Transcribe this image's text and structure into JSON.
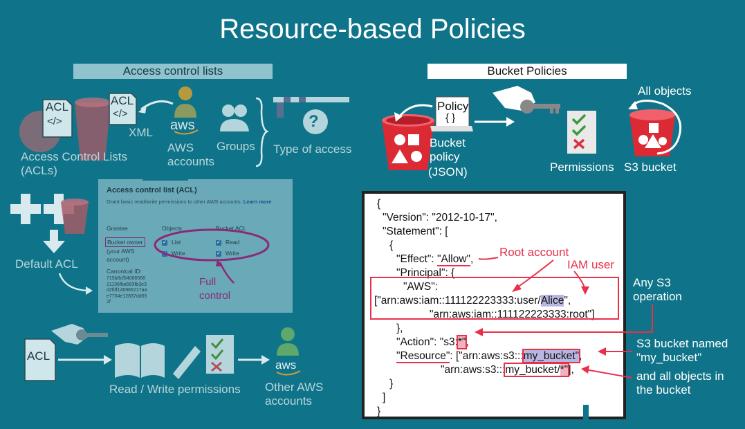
{
  "title": "Resource-based Policies",
  "left_header": "Access control lists",
  "right_header": "Bucket Policies",
  "left": {
    "acl_icon_label": "ACL",
    "code_glyph": "</>",
    "xml_label": "XML",
    "aws_label": "aws",
    "access_control_lists": "Access Control Lists",
    "acls": "(ACLs)",
    "aws_accounts_1": "AWS",
    "aws_accounts_2": "accounts",
    "groups": "Groups",
    "type_of_access": "Type of access",
    "question_glyph": "?",
    "default_acl": "Default ACL",
    "rw_permissions": "Read / Write permissions",
    "other_aws_1": "Other AWS",
    "other_aws_2": "accounts"
  },
  "acl_panel": {
    "title": "Access control list (ACL)",
    "subtitle": "Grant basic read/write permissions to other AWS accounts.",
    "learn_more": "Learn more",
    "col_grantee": "Grantee",
    "col_objects": "Objects",
    "col_bucket_acl": "Bucket ACL",
    "bucket_owner": "Bucket owner",
    "your_aws": "(your AWS",
    "account": "account)",
    "canonical_id": "Canonical ID:",
    "canonical_lines": [
      "715b8cf54006568",
      "21136fba583fb3e3",
      "d2fdf146966217aa",
      "e7704e12837dd65",
      "2f"
    ],
    "list": "List",
    "write": "Write",
    "read": "Read",
    "full_control_1": "Full",
    "full_control_2": "control"
  },
  "right": {
    "policy_label": "Policy",
    "braces": "{ }",
    "bucket_policy_1": "Bucket",
    "bucket_policy_2": "policy",
    "bucket_policy_3": "(JSON)",
    "permissions": "Permissions",
    "s3_bucket": "S3 bucket",
    "all_objects": "All objects"
  },
  "policy_lines": {
    "l1": "{",
    "l2": "\"Version\": \"2012-10-17\",",
    "l3": "\"Statement\": [",
    "l4": "{",
    "l5a": "\"Effect\": ",
    "l5b": "\"Allow\"",
    "l5c": ",",
    "l6": "\"Principal\": {",
    "l7": "\"AWS\":",
    "l8a": "[\"arn:aws:iam::111122223333:user/",
    "l8b": "Alice",
    "l8c": "\",",
    "l9": "\"arn:aws:iam::111122223333:root\"]",
    "l10": "},",
    "l11a": "\"Action\": \"s3:",
    "l11b": "*\"",
    "l11c": ",",
    "l12a": "\"Resource\"",
    "l12b": ": [\"arn:aws:s3:::",
    "l12c": "my_bucket\"",
    "l12d": ",",
    "l13a": "\"arn:aws:s3:::",
    "l13b": "my_bucket/",
    "l13c": "*\"",
    "l13d": "],",
    "l14": "}",
    "l15": "]",
    "l16": "}"
  },
  "annotations": {
    "root_account": "Root account",
    "iam_user": "IAM user",
    "any_s3_1": "Any S3",
    "any_s3_2": "operation",
    "s3_bucket_named_1": "S3 bucket named",
    "s3_bucket_named_2": "\"my_bucket\"",
    "and_all_1": "and all objects in",
    "and_all_2": "the bucket"
  },
  "colors": {
    "background": "#0f7489",
    "accent_red": "#e8304a",
    "bucket_red": "#dc2a35",
    "faded": "#b9d6dc"
  }
}
